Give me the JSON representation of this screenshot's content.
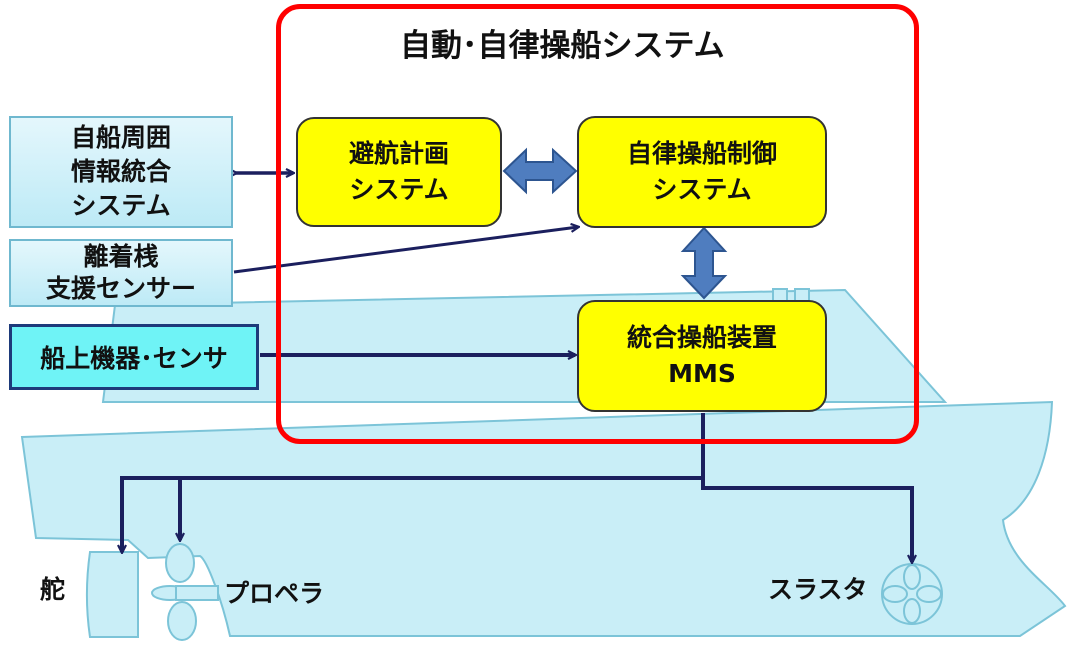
{
  "system_title": "自動･自律操船システム",
  "boxes": {
    "route_planning": [
      "避航計画",
      "システム"
    ],
    "autonomous_control": [
      "自律操船制御",
      "システム"
    ],
    "integrated_system": [
      "統合操船装置",
      "MMS"
    ],
    "surrounding_info": [
      "自船周囲",
      "情報統合",
      "システム"
    ],
    "berthing_sensor": [
      "離着桟",
      "支援センサー"
    ],
    "onboard_sensor": "船上機器･センサ"
  },
  "labels": {
    "rudder": "舵",
    "propeller": "プロペラ",
    "thruster": "スラスタ"
  },
  "colors": {
    "frame": "#ff0000",
    "subsystem_box": "#ffff00",
    "hull": "#c9eef7",
    "arrow": "#1b1f5e",
    "double_arrow": "#4f7dbf"
  }
}
